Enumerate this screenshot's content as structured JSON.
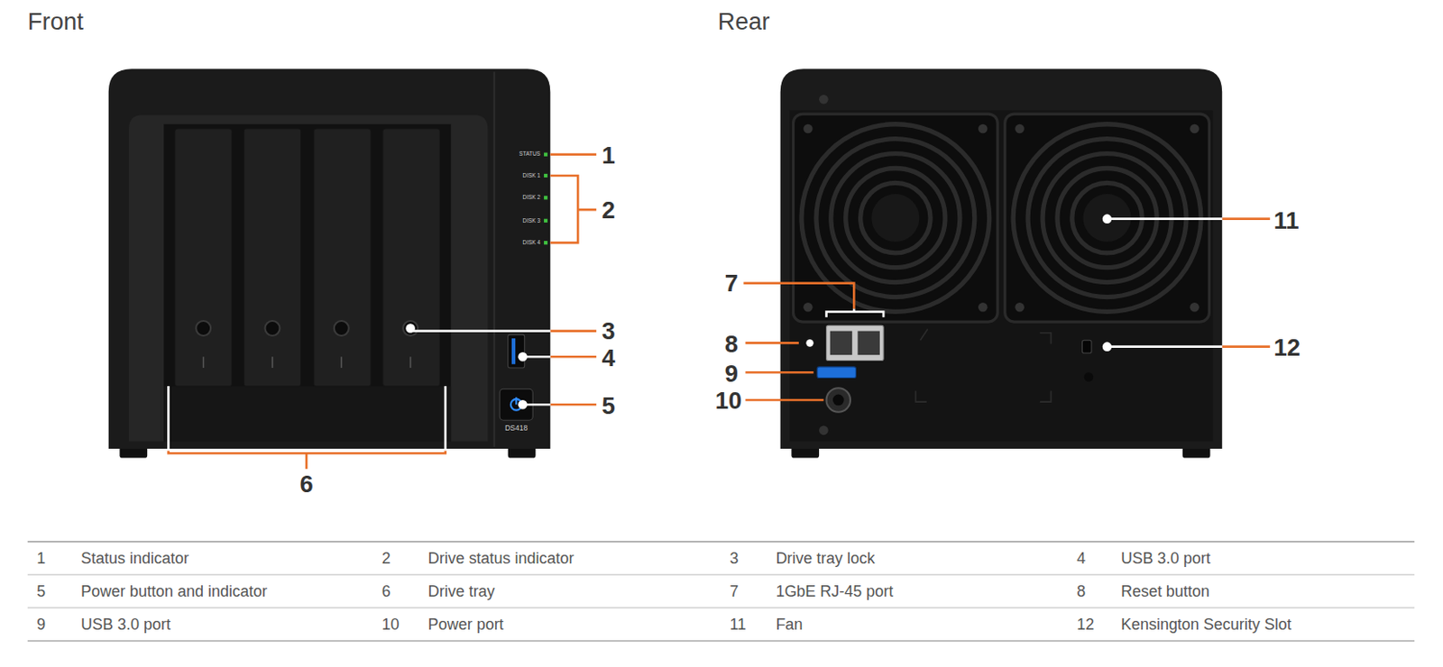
{
  "diagram": {
    "labels": [
      "Front",
      "Rear",
      "STATUS",
      "DISK 1",
      "DISK 2",
      "DISK 3",
      "DISK 4",
      "DS418",
      "1",
      "2",
      "3",
      "4",
      "5",
      "6",
      "7",
      "8",
      "9",
      "10",
      "11",
      "12",
      "1",
      "Status indicator",
      "2",
      "Drive status indicator",
      "3",
      "Drive tray lock",
      "4",
      "USB 3.0 port",
      "5",
      "Power button and indicator",
      "6",
      "Drive tray",
      "7",
      "1GbE RJ-45 port",
      "8",
      "Reset button",
      "9",
      "USB 3.0 port",
      "10",
      "Power port",
      "11",
      "Fan",
      "12",
      "Kensington Security Slot"
    ]
  }
}
